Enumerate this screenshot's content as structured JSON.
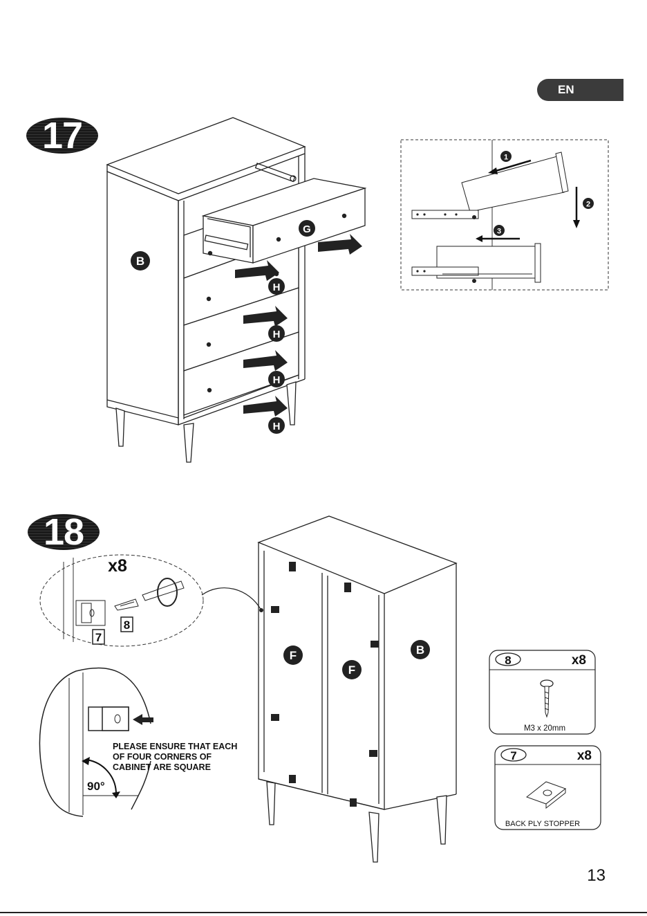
{
  "language_tab": "EN",
  "step17": {
    "number": "17",
    "labels": {
      "panel_b": "B",
      "drawer_g": "G",
      "knob_h": "H"
    },
    "detail_steps": [
      "1",
      "2",
      "3"
    ]
  },
  "step18": {
    "number": "18",
    "quantity": "x8",
    "part_numbers": [
      "7",
      "8"
    ],
    "labels": {
      "panel_f": "F",
      "panel_b": "B"
    },
    "angle": "90°",
    "note_lines": [
      "PLEASE ENSURE THAT EACH",
      "OF FOUR CORNERS OF",
      "CABINET ARE SQUARE"
    ]
  },
  "parts": [
    {
      "number": "8",
      "quantity": "x8",
      "description": "M3 x 20mm"
    },
    {
      "number": "7",
      "quantity": "x8",
      "description": "BACK PLY STOPPER"
    }
  ],
  "page_number": "13"
}
